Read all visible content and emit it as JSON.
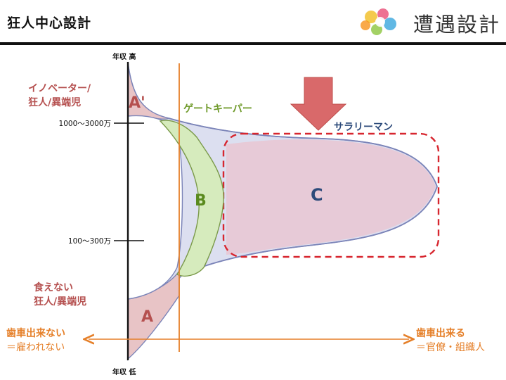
{
  "header": {
    "title": "狂人中心設計",
    "brand": "遭遇設計"
  },
  "colors": {
    "maroon": "#b5504f",
    "green": "#5a8a1e",
    "blue": "#2c4a7a",
    "orange": "#e57f28",
    "red_dash": "#d7262f",
    "curve": "#7b84b8"
  },
  "axis": {
    "top_label": "年収 高",
    "bottom_label": "年収 低",
    "tick_high": "1000〜3000万",
    "tick_low": "100〜300万"
  },
  "labels": {
    "innovator_line1": "イノベーター/",
    "innovator_line2": "狂人/異端児",
    "a_prime": "A'",
    "gatekeeper": "ゲートキーパー",
    "salaryman": "サラリーマン",
    "region_b": "B",
    "region_c": "C",
    "cannot_eat_line1": "食えない",
    "cannot_eat_line2": "狂人/異端児",
    "region_a": "A",
    "left_line1": "歯車出来ない",
    "left_line2": "＝雇われない",
    "right_line1": "歯車出来る",
    "right_line2": "＝官僚・組織人"
  }
}
